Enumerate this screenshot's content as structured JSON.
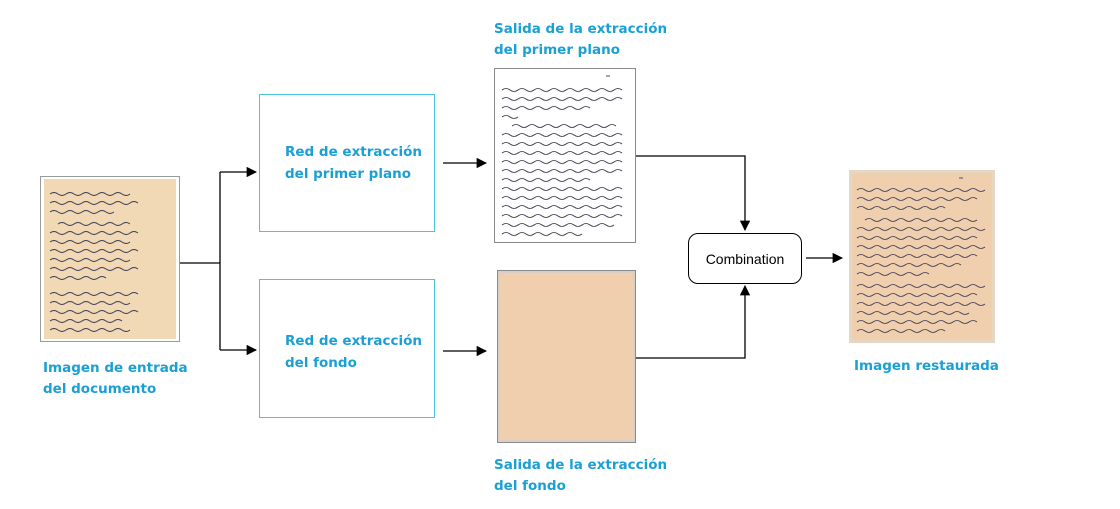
{
  "input": {
    "label_line1": "Imagen de entrada",
    "label_line2": "del documento"
  },
  "networks": {
    "foreground": {
      "line1": "Red de extracción",
      "line2": "del primer plano"
    },
    "background": {
      "line1": "Red de extracción",
      "line2": "del fondo"
    }
  },
  "outputs": {
    "foreground": {
      "line1": "Salida de la extracción",
      "line2": "del primer plano"
    },
    "background": {
      "line1": "Salida de la extracción",
      "line2": "del fondo"
    }
  },
  "combination": {
    "label": "Combination"
  },
  "result": {
    "label": "Imagen restaurada"
  },
  "colors": {
    "accent_text": "#1aa0d4",
    "box_border": "#4cc3d4",
    "paper_aged": "#f0d9b4",
    "paper_background": "#efcfae",
    "ink": "#3a3a55"
  }
}
